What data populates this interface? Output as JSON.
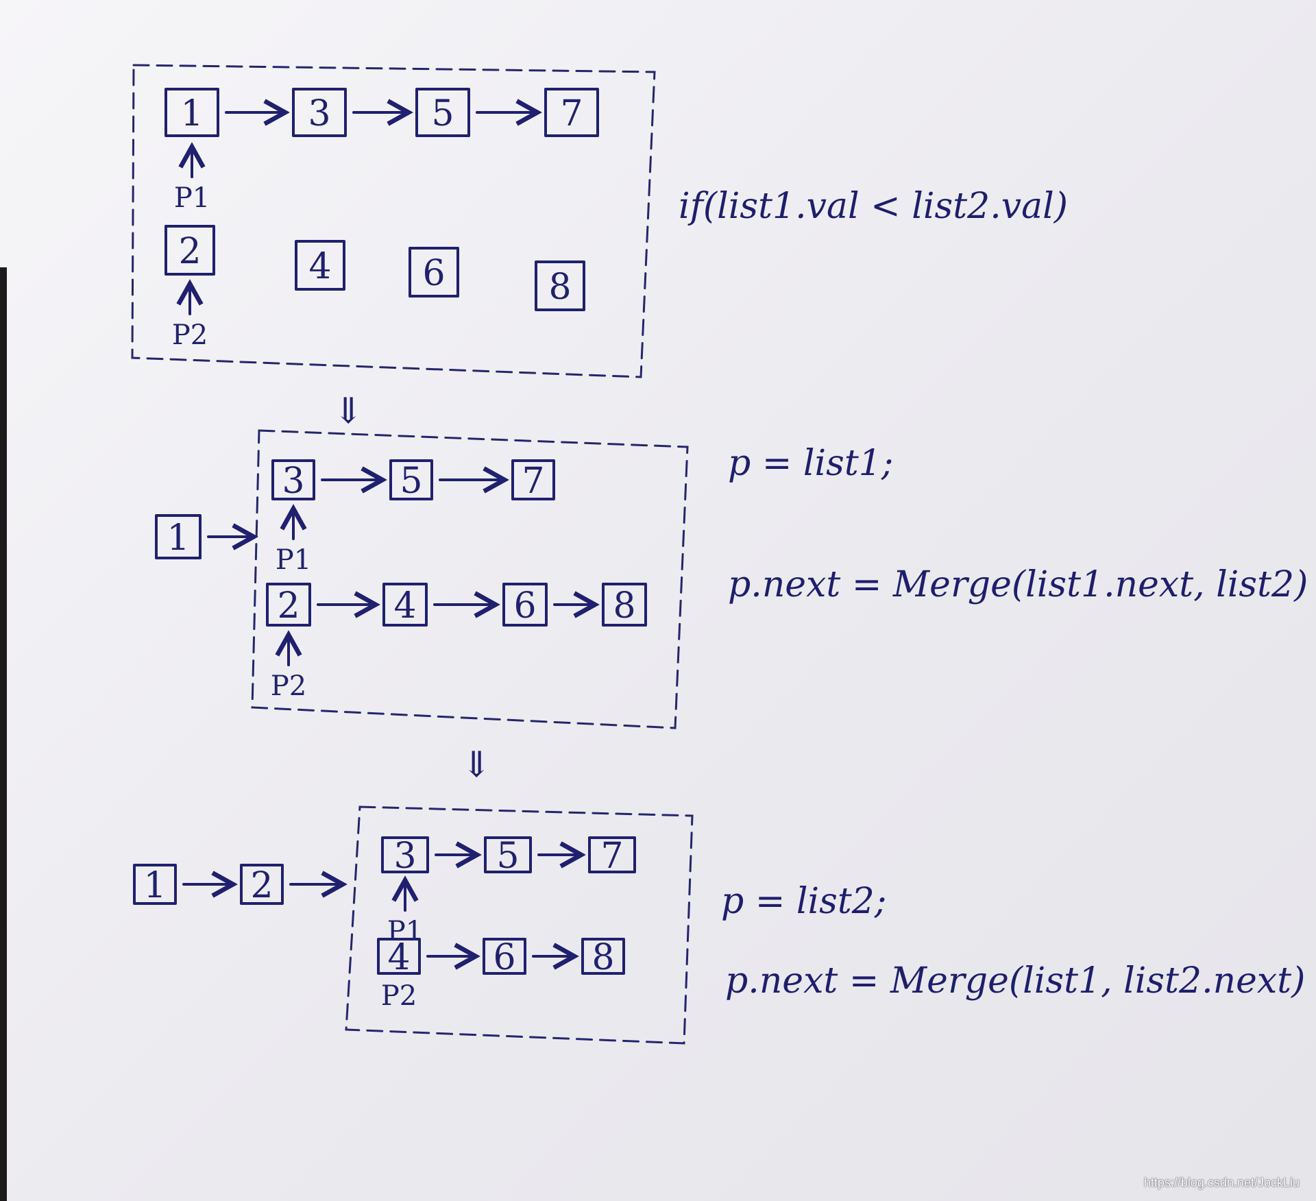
{
  "stages": [
    {
      "list1": [
        "1",
        "3",
        "5",
        "7"
      ],
      "list2": [
        "2",
        "4",
        "6",
        "8"
      ],
      "p1_label": "P1",
      "p2_label": "P2"
    },
    {
      "prefix": [
        "1"
      ],
      "list1": [
        "3",
        "5",
        "7"
      ],
      "list2": [
        "2",
        "4",
        "6",
        "8"
      ],
      "p1_label": "P1",
      "p2_label": "P2"
    },
    {
      "prefix": [
        "1",
        "2"
      ],
      "list1": [
        "3",
        "5",
        "7"
      ],
      "list2": [
        "4",
        "6",
        "8"
      ],
      "p1_label": "P1",
      "p2_label": "P2"
    }
  ],
  "code": {
    "condition": "if(list1.val < list2.val)",
    "case1_assign": "p = list1;",
    "case1_next": "p.next = Merge(list1.next, list2)",
    "case2_assign": "p = list2;",
    "case2_next": "p.next = Merge(list1, list2.next)"
  },
  "transition_arrow": "⇓",
  "watermark": "https://blog.csdn.net/JockLiu",
  "colors": {
    "ink": "#202070",
    "paper": "#f1f0f4"
  }
}
